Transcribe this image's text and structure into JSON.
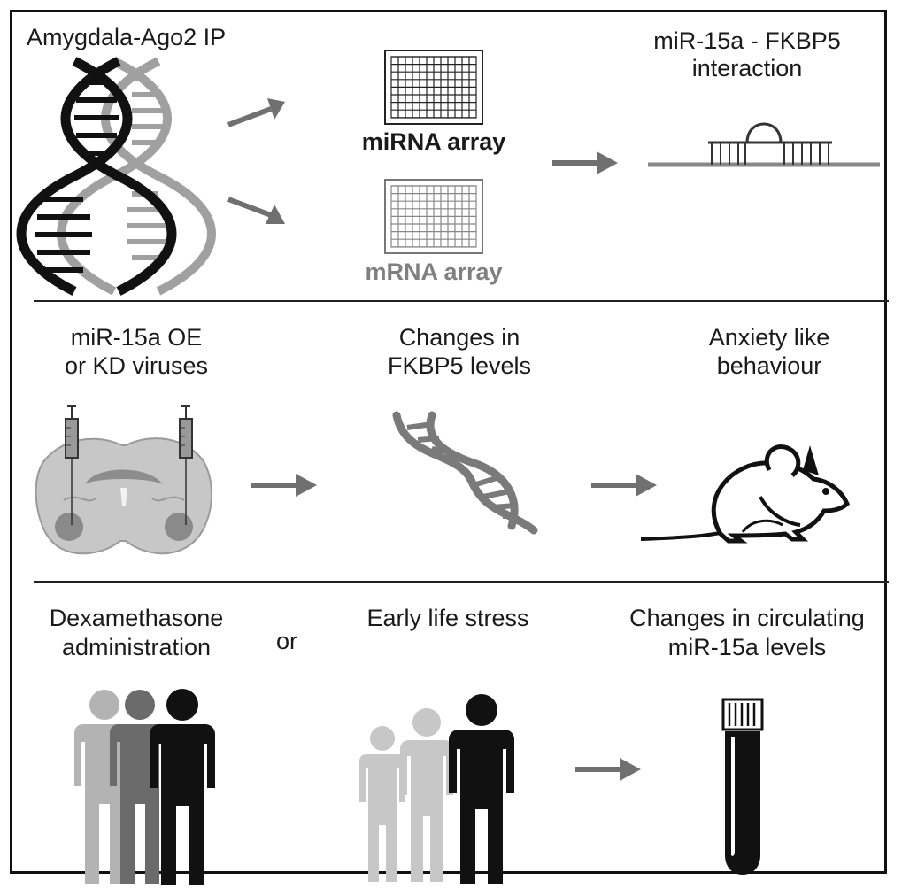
{
  "panel_top": {
    "title": "Amygdala-Ago2 IP",
    "mirna_array_label": "miRNA array",
    "mrna_array_label": "mRNA array",
    "interaction_line1": "miR-15a - FKBP5",
    "interaction_line2": "interaction"
  },
  "panel_middle": {
    "viruses_line1": "miR-15a OE",
    "viruses_line2": "or KD viruses",
    "fkbp5_line1": "Changes in",
    "fkbp5_line2": "FKBP5 levels",
    "anxiety_line1": "Anxiety like",
    "anxiety_line2": "behaviour"
  },
  "panel_bottom": {
    "dex_line1": "Dexamethasone",
    "dex_line2": "administration",
    "or_label": "or",
    "els_label": "Early life stress",
    "circ_line1": "Changes in circulating",
    "circ_line2": "miR-15a levels"
  },
  "colors": {
    "dark": "#111111",
    "mid_gray": "#6b6b6b",
    "light_gray": "#b3b3b3",
    "arrow_gray": "#707070",
    "mrna_label_gray": "#808080"
  },
  "icons": {
    "dna_pair": "dna-double-helix-icon",
    "array_grid": "microarray-grid-icon",
    "interaction": "mirna-mrna-binding-icon",
    "brain": "brain-section-injection-icon",
    "dna_single": "dna-helix-icon",
    "mouse": "mouse-icon",
    "people": "people-group-icon",
    "tube": "blood-tube-icon"
  }
}
